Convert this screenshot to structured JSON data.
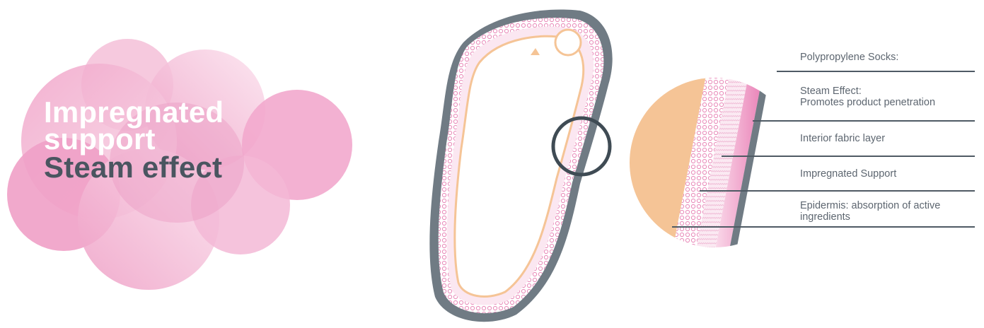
{
  "title": {
    "line1": "Impregnated",
    "line2": "support",
    "line3": "Steam effect"
  },
  "layers": [
    {
      "label": "Polypropylene Socks:"
    },
    {
      "label": "Steam Effect:",
      "sublabel": "Promotes product penetration"
    },
    {
      "label": "Interior fabric layer"
    },
    {
      "label": "Impregnated Support"
    },
    {
      "label": "Epidermis: absorption of active",
      "sublabel": "ingredients"
    }
  ],
  "colors": {
    "pink": "#e98fbd",
    "pink_light": "#f6d3e5",
    "skin": "#f5c496",
    "grey": "#707b84",
    "dark_text": "#4a5560",
    "label_text": "#5d6670",
    "circle": "#3f4b54"
  }
}
